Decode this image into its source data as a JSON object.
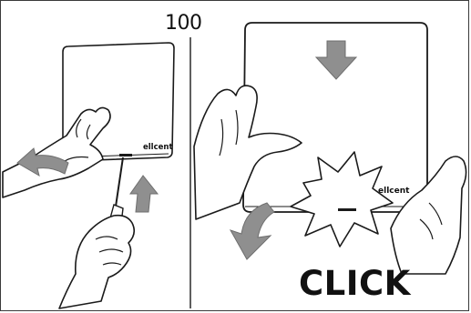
{
  "page": {
    "number": "100"
  },
  "panels": [
    {
      "id": "left",
      "brand": "ellcent"
    },
    {
      "id": "right",
      "brand": "ellcent",
      "action_label": "CLICK"
    }
  ],
  "colors": {
    "line": "#1a1a1a",
    "arrow_fill": "#8f8f8f",
    "arrow_stroke": "#6e6e6e",
    "device_fill": "#ffffff"
  }
}
